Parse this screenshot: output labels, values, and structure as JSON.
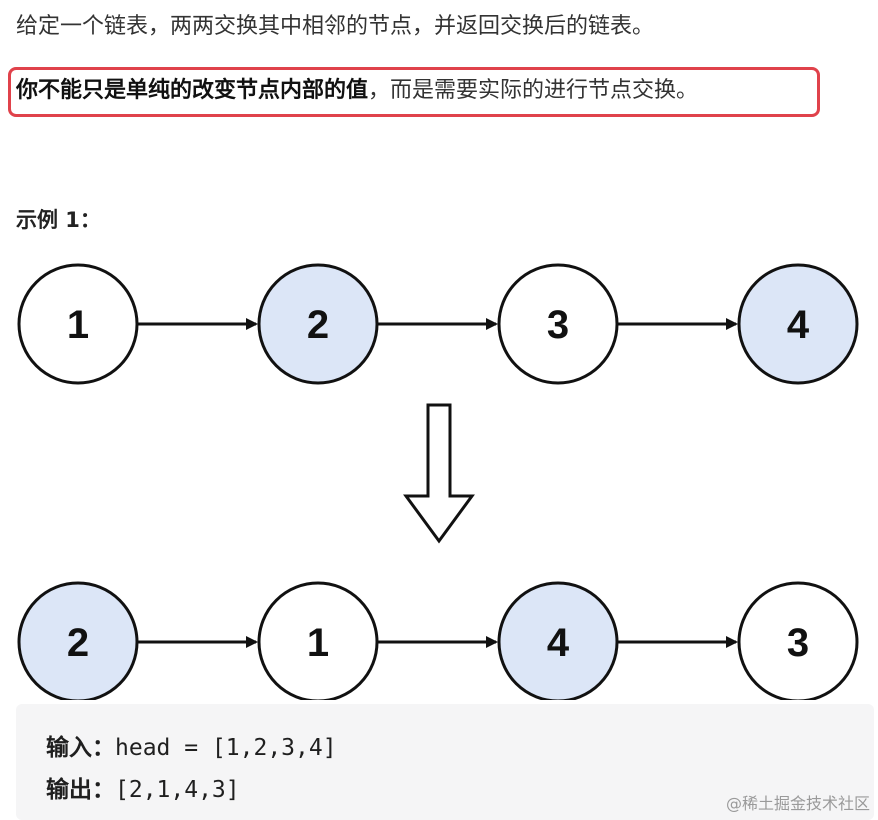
{
  "intro": "给定一个链表，两两交换其中相邻的节点，并返回交换后的链表。",
  "note": {
    "bold": "你不能只是单纯的改变节点内部的值",
    "rest": "，而是需要实际的进行节点交换。"
  },
  "example": {
    "title": "示例 1："
  },
  "diagram": {
    "before": [
      "1",
      "2",
      "3",
      "4"
    ],
    "after": [
      "2",
      "1",
      "4",
      "3"
    ],
    "highlight_color": "#dce6f7"
  },
  "code": {
    "input_label": "输入：",
    "input_value": "head = [1,2,3,4]",
    "output_label": "输出：",
    "output_value": "[2,1,4,3]"
  },
  "watermark": "@稀土掘金技术社区"
}
